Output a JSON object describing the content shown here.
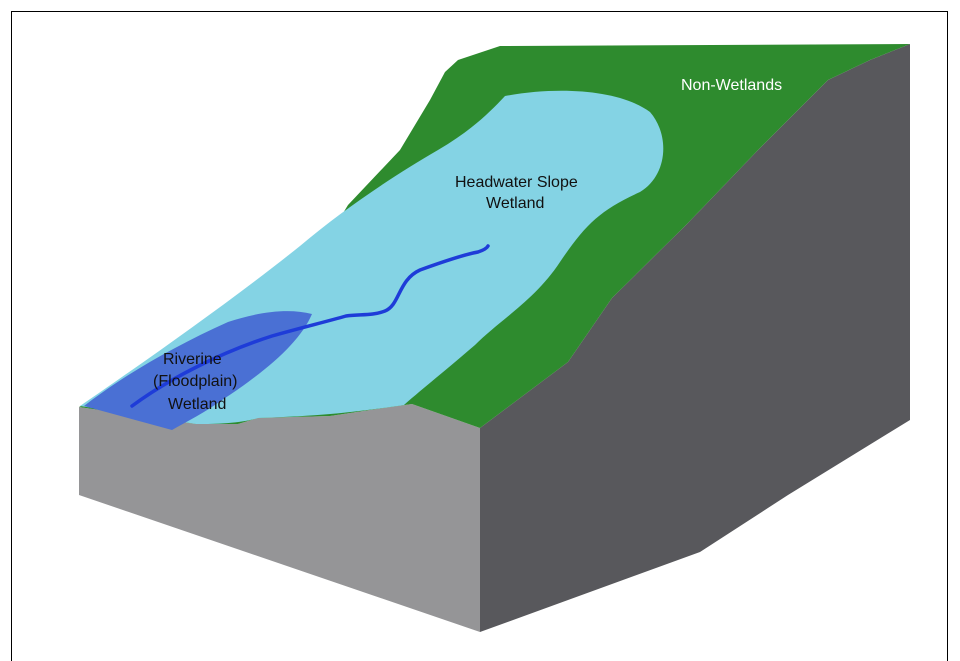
{
  "labels": {
    "non_wetlands": "Non-Wetlands",
    "headwater_line1": "Headwater Slope",
    "headwater_line2": "Wetland",
    "riverine_line1": "Riverine",
    "riverine_line2": "(Floodplain)",
    "riverine_line3": "Wetland"
  },
  "colors": {
    "upland_green": "#2e8b2e",
    "slope_wetland": "#84d3e4",
    "riverine_wetland": "#4a70d4",
    "stream": "#1e3cd8",
    "front_face": "#959597",
    "side_face": "#58585c",
    "label_dark": "#111111",
    "label_light": "#ffffff"
  }
}
